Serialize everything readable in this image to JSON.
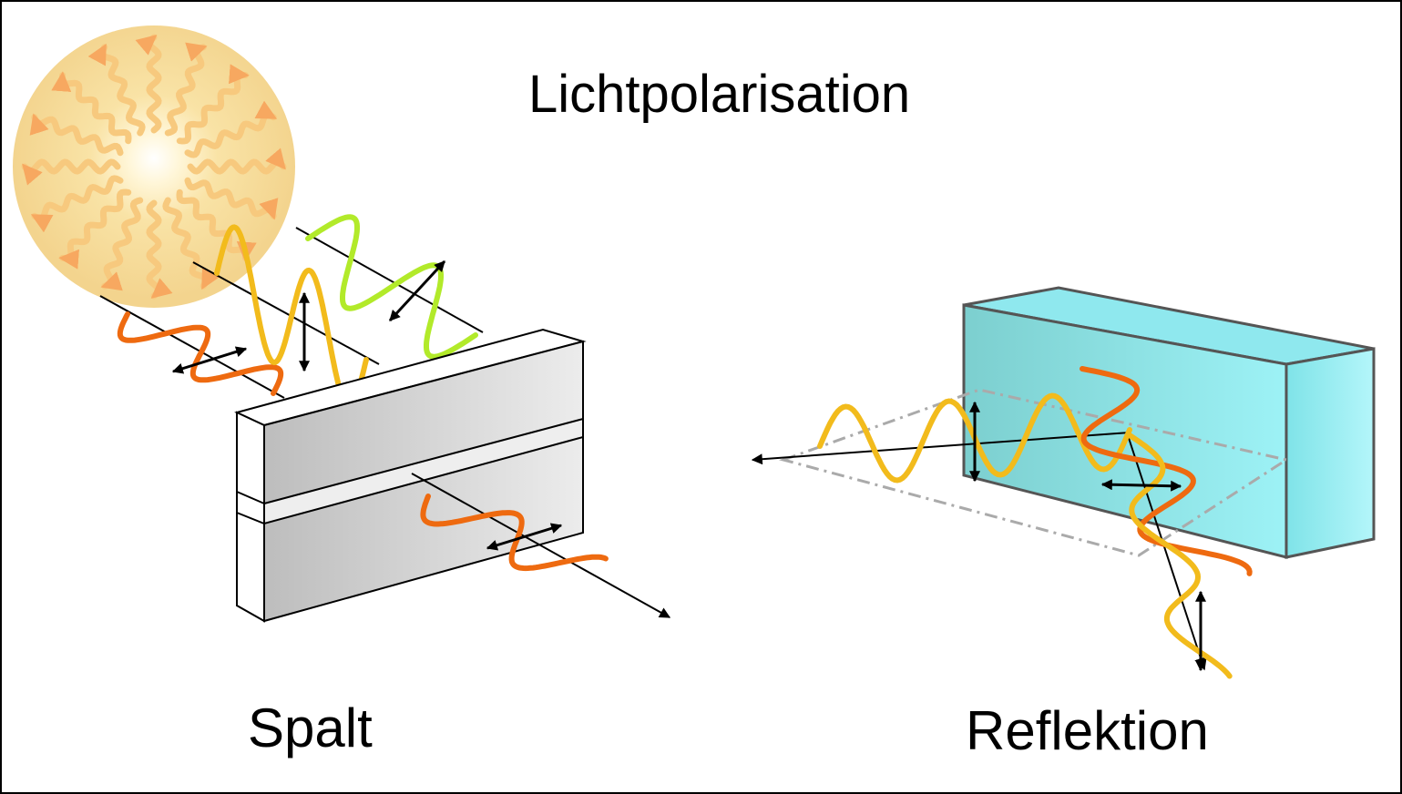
{
  "title": "Lichtpolarisation",
  "labels": {
    "slit": "Spalt",
    "reflection": "Reflektion"
  },
  "colors": {
    "orange_wave": "#ee6a10",
    "yellow_wave": "#f2bb1c",
    "green_wave": "#b2ea2a",
    "sun_glow": "#f7dc9a",
    "slit_block": "#d8d8d8",
    "glass_block": "#88e0e6",
    "outline": "#000000"
  }
}
